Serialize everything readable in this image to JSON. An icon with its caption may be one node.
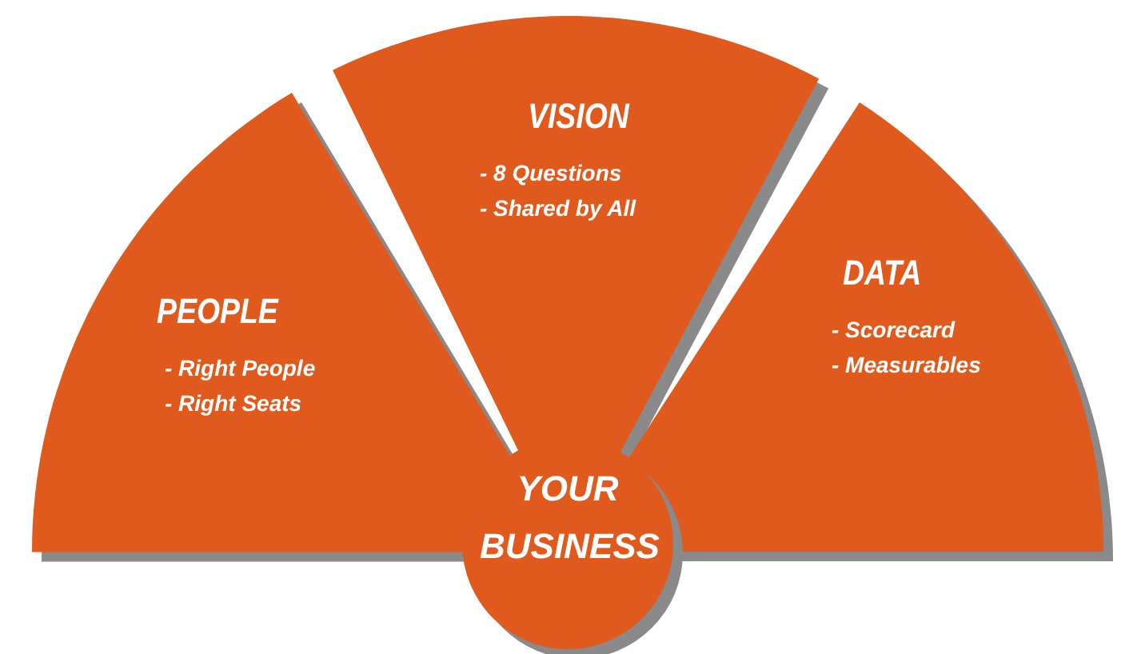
{
  "diagram": {
    "nodes": [
      {
        "text": [
          "PEOPLE",
          "- Right People",
          "- Right Seats"
        ]
      },
      {
        "text": [
          "VISION",
          "- 8 Questions",
          "- Shared by All"
        ]
      },
      {
        "text": [
          "DATA",
          "- Scorecard",
          "- Measurables"
        ]
      },
      {
        "text": [
          "YOUR BUSINESS"
        ]
      }
    ]
  }
}
